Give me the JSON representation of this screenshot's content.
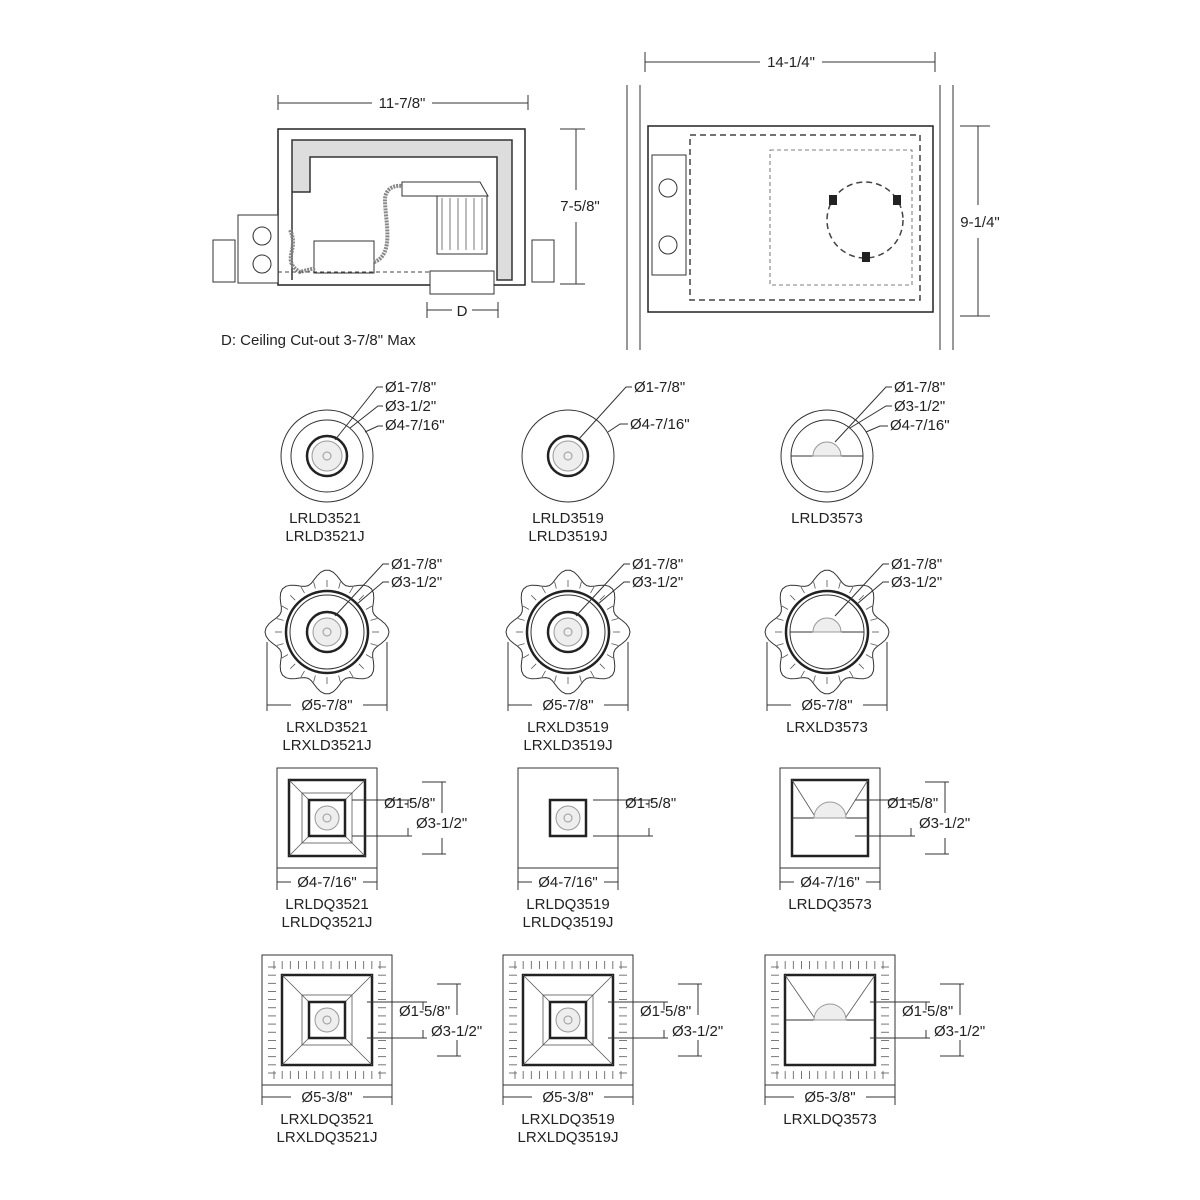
{
  "side_view": {
    "width_dim": "11-7/8\"",
    "height_dim": "7-5/8\"",
    "cutout_dim": "D",
    "caption": "D: Ceiling Cut-out 3-7/8\" Max"
  },
  "plan_view": {
    "width_dim": "14-1/4\"",
    "height_dim": "9-1/4\""
  },
  "round_trims": [
    {
      "callouts": [
        "Ø1-7/8\"",
        "Ø3-1/2\"",
        "Ø4-7/16\""
      ],
      "models": [
        "LRLD3521",
        "LRLD3521J"
      ]
    },
    {
      "callouts": [
        "Ø1-7/8\"",
        "Ø4-7/16\""
      ],
      "models": [
        "LRLD3519",
        "LRLD3519J"
      ]
    },
    {
      "callouts": [
        "Ø1-7/8\"",
        "Ø3-1/2\"",
        "Ø4-7/16\""
      ],
      "models": [
        "LRLD3573"
      ]
    }
  ],
  "round_trimless": [
    {
      "callouts": [
        "Ø1-7/8\"",
        "Ø3-1/2\""
      ],
      "width_dim": "Ø5-7/8\"",
      "models": [
        "LRXLD3521",
        "LRXLD3521J"
      ]
    },
    {
      "callouts": [
        "Ø1-7/8\"",
        "Ø3-1/2\""
      ],
      "width_dim": "Ø5-7/8\"",
      "models": [
        "LRXLD3519",
        "LRXLD3519J"
      ]
    },
    {
      "callouts": [
        "Ø1-7/8\"",
        "Ø3-1/2\""
      ],
      "width_dim": "Ø5-7/8\"",
      "models": [
        "LRXLD3573"
      ]
    }
  ],
  "square_trims": [
    {
      "callouts": [
        "Ø1-5/8\"",
        "Ø3-1/2\""
      ],
      "width_dim": "Ø4-7/16\"",
      "models": [
        "LRLDQ3521",
        "LRLDQ3521J"
      ]
    },
    {
      "callouts": [
        "Ø1-5/8\""
      ],
      "width_dim": "Ø4-7/16\"",
      "models": [
        "LRLDQ3519",
        "LRLDQ3519J"
      ]
    },
    {
      "callouts": [
        "Ø1-5/8\"",
        "Ø3-1/2\""
      ],
      "width_dim": "Ø4-7/16\"",
      "models": [
        "LRLDQ3573"
      ]
    }
  ],
  "square_trimless": [
    {
      "callouts": [
        "Ø1-5/8\"",
        "Ø3-1/2\""
      ],
      "width_dim": "Ø5-3/8\"",
      "models": [
        "LRXLDQ3521",
        "LRXLDQ3521J"
      ]
    },
    {
      "callouts": [
        "Ø1-5/8\"",
        "Ø3-1/2\""
      ],
      "width_dim": "Ø5-3/8\"",
      "models": [
        "LRXLDQ3519",
        "LRXLDQ3519J"
      ]
    },
    {
      "callouts": [
        "Ø1-5/8\"",
        "Ø3-1/2\""
      ],
      "width_dim": "Ø5-3/8\"",
      "models": [
        "LRXLDQ3573"
      ]
    }
  ]
}
